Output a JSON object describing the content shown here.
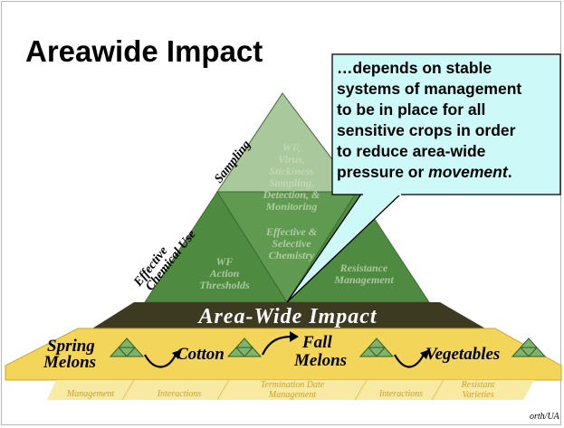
{
  "title": "Areawide Impact",
  "callout": {
    "lines": [
      "…depends on stable",
      "systems of management",
      "to be in place for all",
      "sensitive crops in order",
      "to reduce area-wide",
      "pressure or "
    ],
    "emphasis": "movement",
    "end": "."
  },
  "pyramid": {
    "side_top": "Sampling",
    "side_bottom_line1": "Effective",
    "side_bottom_line2": "Chemical Use",
    "top": [
      "WF,",
      "Virus,",
      "Stickiness",
      "Sampling,",
      "Detection, &",
      "Monitoring"
    ],
    "middle": [
      "Effective &",
      "Selective",
      "Chemistry"
    ],
    "bottom_left": [
      "WF",
      "Action",
      "Thresholds"
    ],
    "bottom_right": [
      "Resistance",
      "Management"
    ]
  },
  "banner": "Area-Wide Impact",
  "crops": {
    "spring_1": "Spring",
    "spring_2": "Melons",
    "cotton": "Cotton",
    "fall_1": "Fall",
    "fall_2": "Melons",
    "vegetables": "Vegetables"
  },
  "base_labels": {
    "crop_management": "Management",
    "interactions_1": "Interactions",
    "termination_1": "Termination Date",
    "termination_2": "Management",
    "interactions_2": "Interactions",
    "resistant_1": "Resistant",
    "resistant_2": "Varieties"
  },
  "credit": "orth/UA",
  "colors": {
    "pyramid_dark": "#4e8a40",
    "pyramid_light": "#9cc08e",
    "banner": "#3d3a22",
    "band": "#f3d55a",
    "callout": "#cdf9f9"
  }
}
